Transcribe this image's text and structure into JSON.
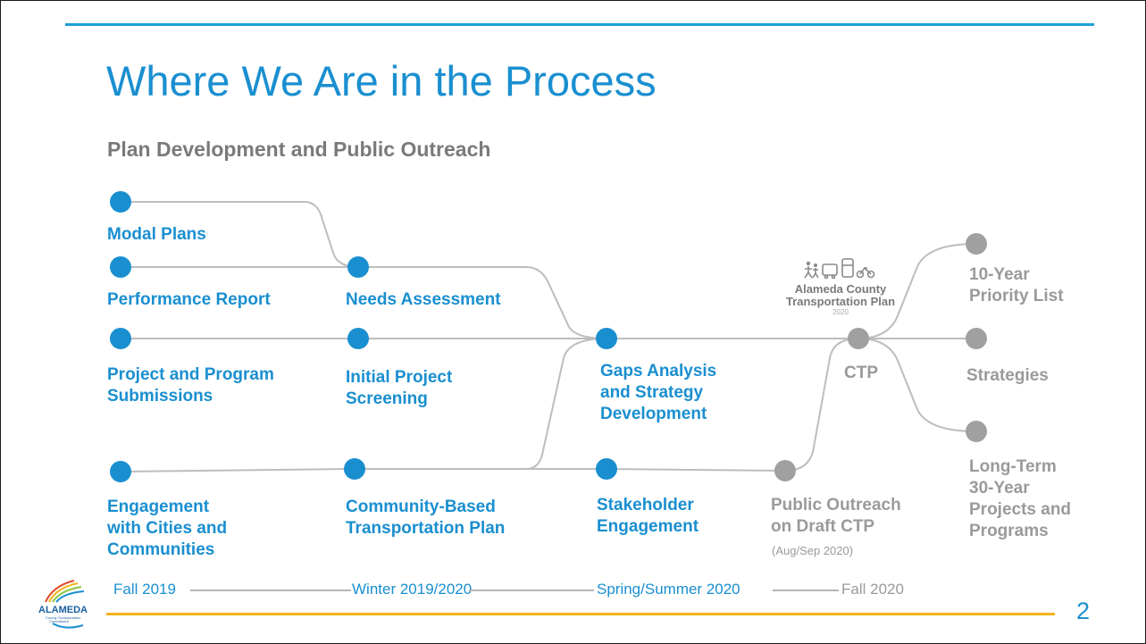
{
  "slide": {
    "title": "Where We Are in the Process",
    "subtitle": "Plan Development and Public Outreach",
    "page_number": "2",
    "colors": {
      "accent_blue": "#1a8fd0",
      "accent_gold": "#f2b41c",
      "inactive_gray": "#a0a0a0",
      "connector": "#bdbdbd"
    }
  },
  "nodes": {
    "modal_plans": "Modal Plans",
    "performance_report": "Performance Report",
    "project_program": "Project and Program\nSubmissions",
    "engagement_cities": "Engagement\nwith Cities and\nCommunities",
    "needs_assessment": "Needs Assessment",
    "initial_screening": "Initial Project\nScreening",
    "cbtp": "Community-Based\nTransportation Plan",
    "gaps_analysis": "Gaps Analysis\nand Strategy\nDevelopment",
    "stakeholder": "Stakeholder\nEngagement",
    "public_outreach": "Public Outreach\non Draft CTP",
    "public_outreach_date": "(Aug/Sep 2020)",
    "ctp": "CTP",
    "priority_list": "10-Year\nPriority List",
    "strategies": "Strategies",
    "long_term": "Long-Term\n30-Year\nProjects and\nPrograms"
  },
  "ctp_logo": {
    "line1": "Alameda County",
    "line2": "Transportation Plan",
    "year": "2020",
    "icon": "transportation-modes-icon"
  },
  "timeline": [
    "Fall 2019",
    "Winter 2019/2020",
    "Spring/Summer 2020",
    "Fall 2020"
  ],
  "agency_logo": {
    "name": "ALAMEDA",
    "sub1": "County Transportation",
    "sub2": "Commission"
  }
}
